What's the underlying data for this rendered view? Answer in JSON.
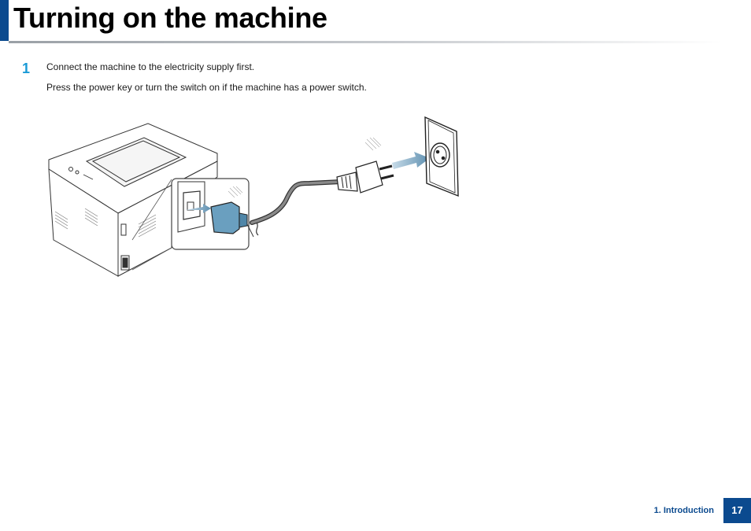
{
  "header": {
    "title": "Turning on the machine",
    "accent_color": "#0b4a8f"
  },
  "step": {
    "number": "1",
    "number_color": "#1a9ad6",
    "line1": "Connect the machine to the electricity supply first.",
    "line2": "Press the power key or turn the switch on if the machine has a power switch."
  },
  "illustration": {
    "subject": "printer-power-cord-connection",
    "icons": [
      "printer",
      "power-inlet",
      "power-cord",
      "schuko-plug",
      "wall-socket",
      "insert-arrow"
    ]
  },
  "footer": {
    "section": "1. Introduction",
    "page_number": "17"
  }
}
